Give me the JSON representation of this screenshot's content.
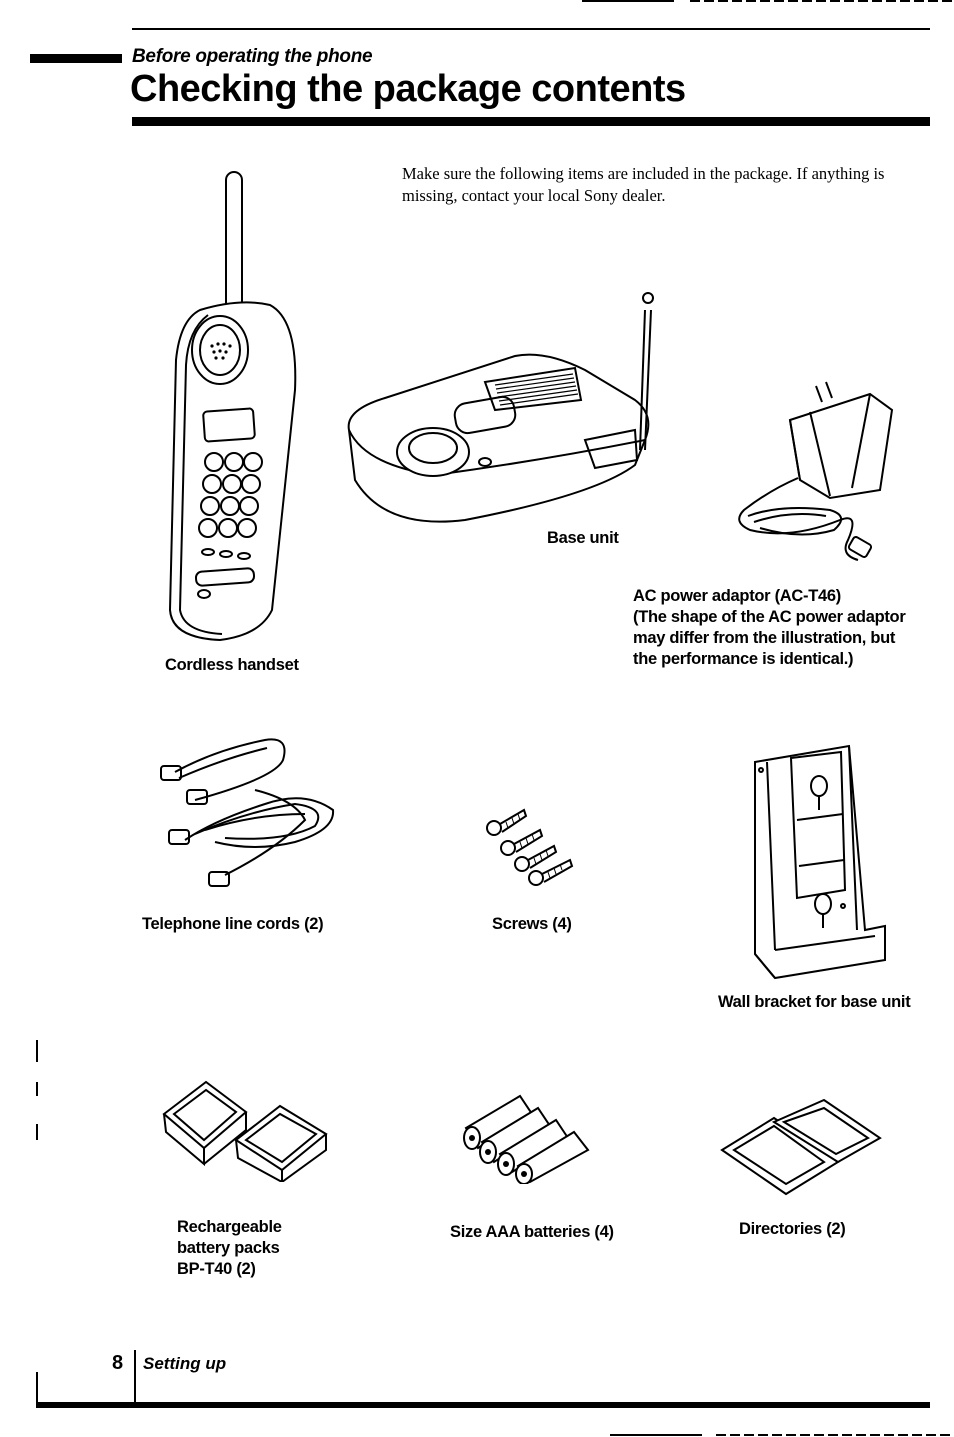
{
  "header": {
    "section_label": "Before operating the phone",
    "title": "Checking the package contents"
  },
  "intro_text": "Make sure the following items are included in the package. If anything is missing, contact your local Sony dealer.",
  "items": {
    "handset": {
      "caption": "Cordless handset",
      "icon": "cordless-handset-icon"
    },
    "base_unit": {
      "caption": "Base unit",
      "icon": "base-unit-icon"
    },
    "ac_adaptor": {
      "caption_line1": "AC power adaptor (AC-T46)",
      "caption_line2": "(The shape of the AC power adaptor",
      "caption_line3": "may differ from the illustration, but",
      "caption_line4": "the performance is identical.)",
      "icon": "ac-adaptor-icon"
    },
    "line_cords": {
      "caption": "Telephone line cords (2)",
      "icon": "telephone-cord-icon"
    },
    "screws": {
      "caption": "Screws (4)",
      "icon": "screws-icon"
    },
    "wall_bracket": {
      "caption": "Wall bracket for base unit",
      "icon": "wall-bracket-icon"
    },
    "battery_packs": {
      "caption_line1": "Rechargeable",
      "caption_line2": "battery packs",
      "caption_line3": "BP-T40 (2)",
      "icon": "battery-pack-icon"
    },
    "aaa_batteries": {
      "caption": "Size AAA batteries (4)",
      "icon": "aaa-battery-icon"
    },
    "directories": {
      "caption": "Directories (2)",
      "icon": "directory-card-icon"
    }
  },
  "footer": {
    "page_number": "8",
    "section_name": "Setting up"
  }
}
